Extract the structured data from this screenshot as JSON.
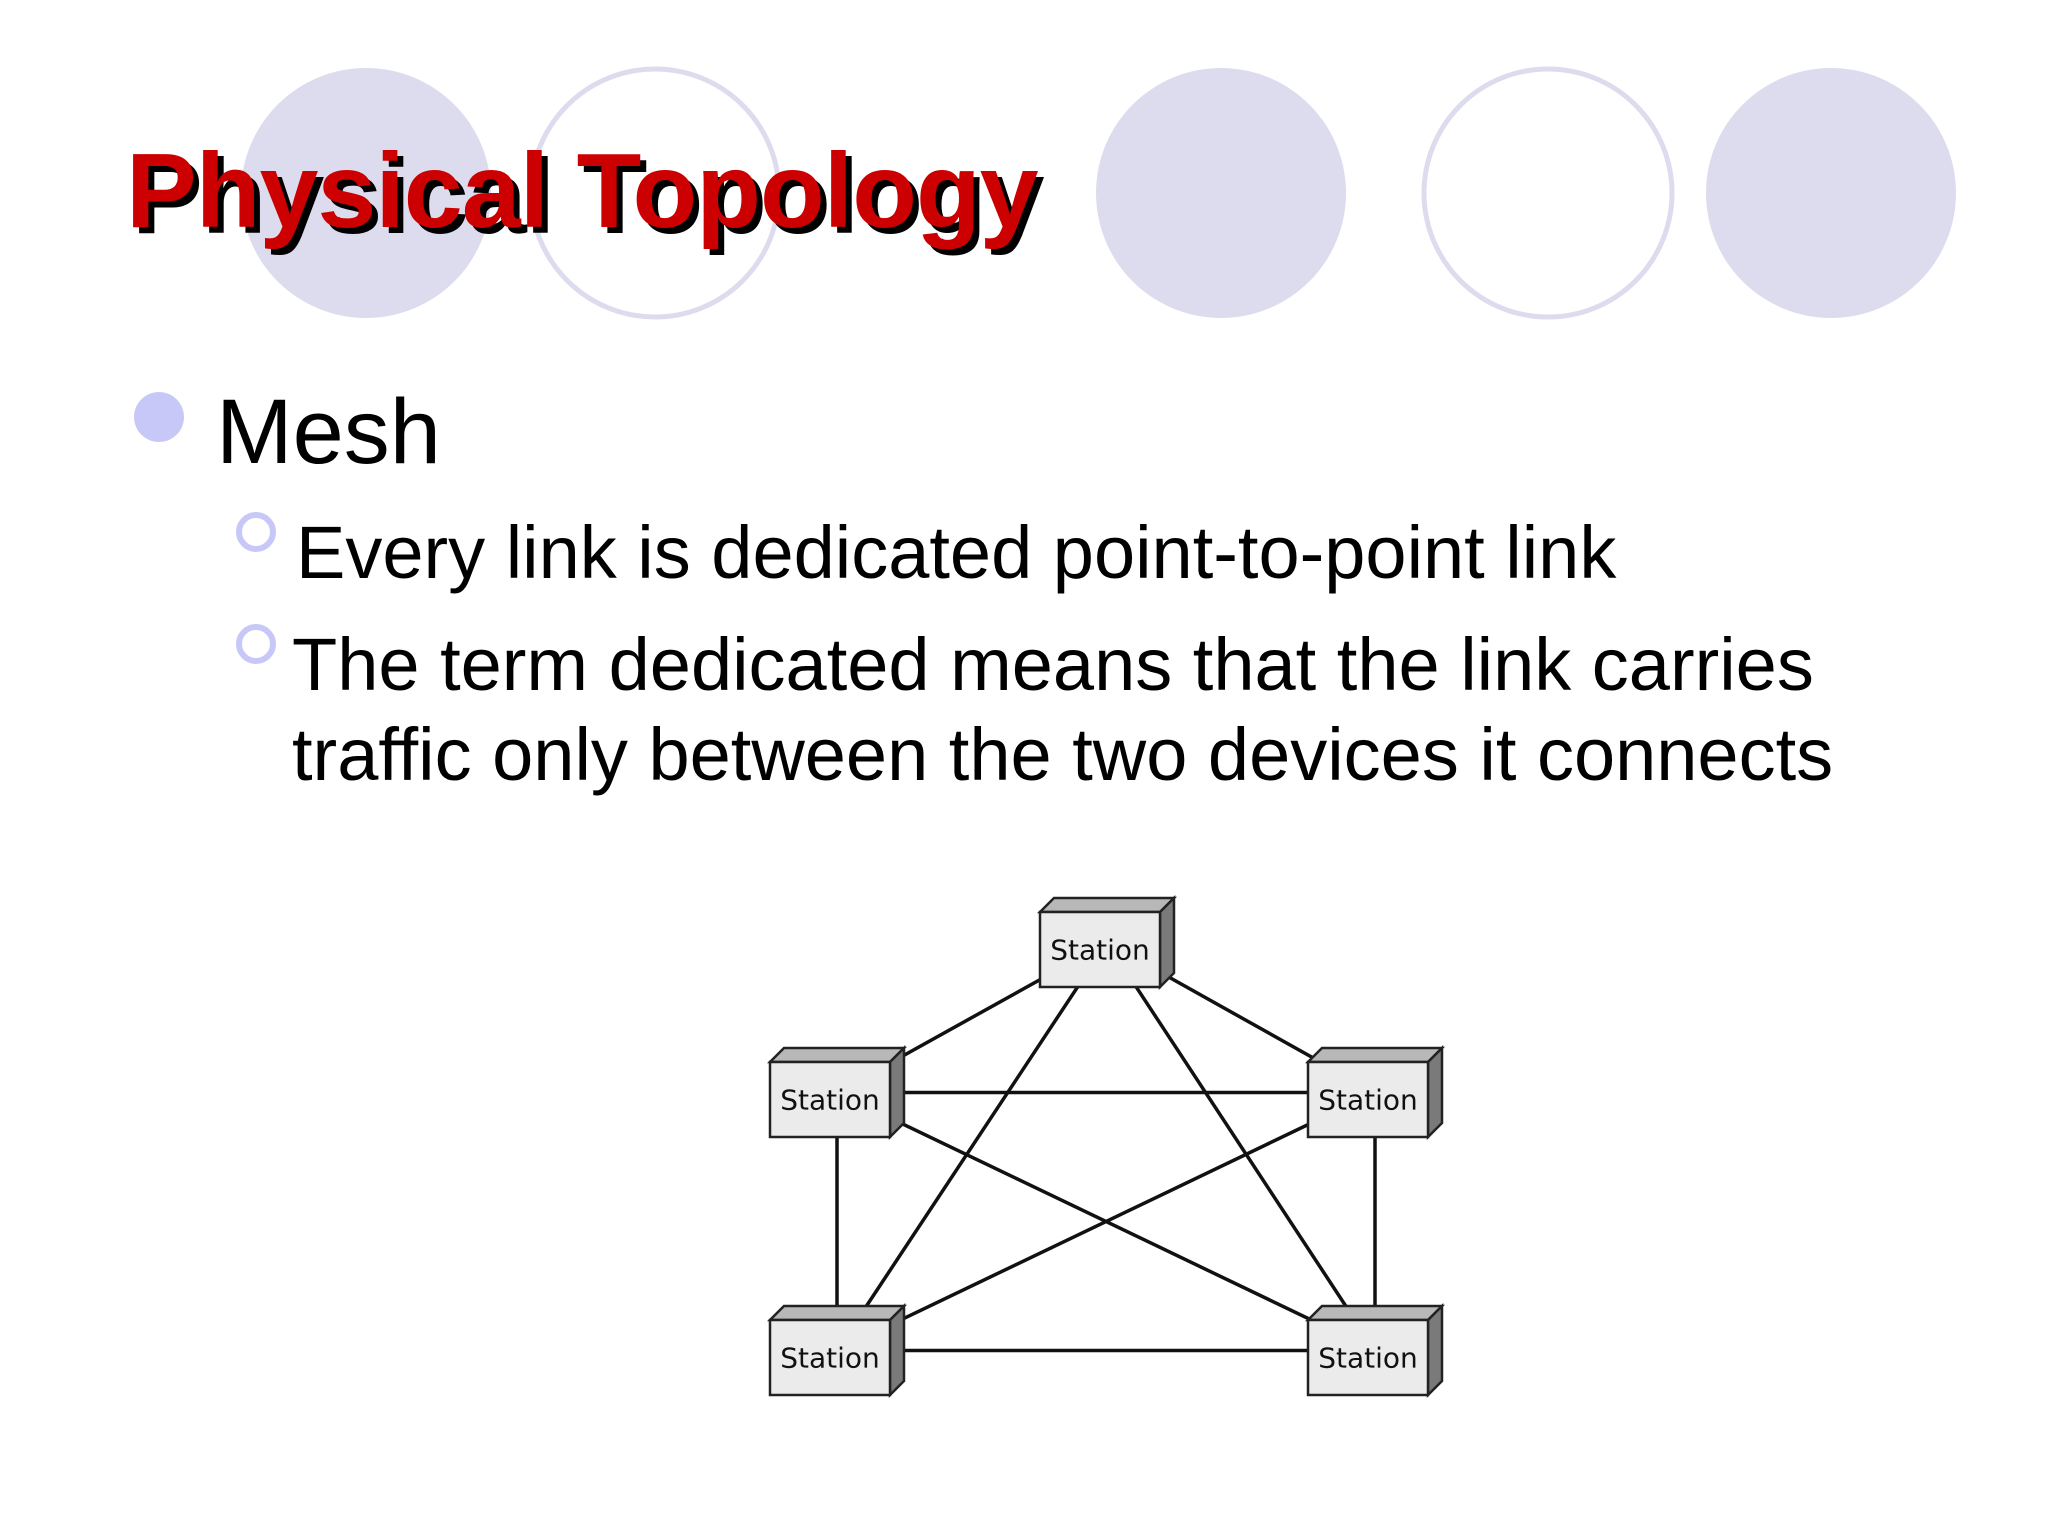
{
  "slide": {
    "title": "Physical Topology",
    "bullets": [
      {
        "text": "Mesh",
        "sub_bullets": [
          "Every link is dedicated  point-to-point link",
          "The term dedicated means that the link carries traffic only between the two devices it connects"
        ]
      }
    ]
  },
  "diagram": {
    "nodes": [
      {
        "id": "top",
        "label": "Station"
      },
      {
        "id": "left",
        "label": "Station"
      },
      {
        "id": "right",
        "label": "Station"
      },
      {
        "id": "bottom-left",
        "label": "Station"
      },
      {
        "id": "bottom-right",
        "label": "Station"
      }
    ],
    "edges": [
      [
        "top",
        "left"
      ],
      [
        "top",
        "right"
      ],
      [
        "top",
        "bottom-left"
      ],
      [
        "top",
        "bottom-right"
      ],
      [
        "left",
        "right"
      ],
      [
        "left",
        "bottom-left"
      ],
      [
        "left",
        "bottom-right"
      ],
      [
        "right",
        "bottom-left"
      ],
      [
        "right",
        "bottom-right"
      ],
      [
        "bottom-left",
        "bottom-right"
      ]
    ]
  },
  "colors": {
    "title": "#cc0000",
    "accent": "#c8c8f8",
    "deco_fill": "#dcdcee",
    "deco_outline": "#dcdcee"
  }
}
